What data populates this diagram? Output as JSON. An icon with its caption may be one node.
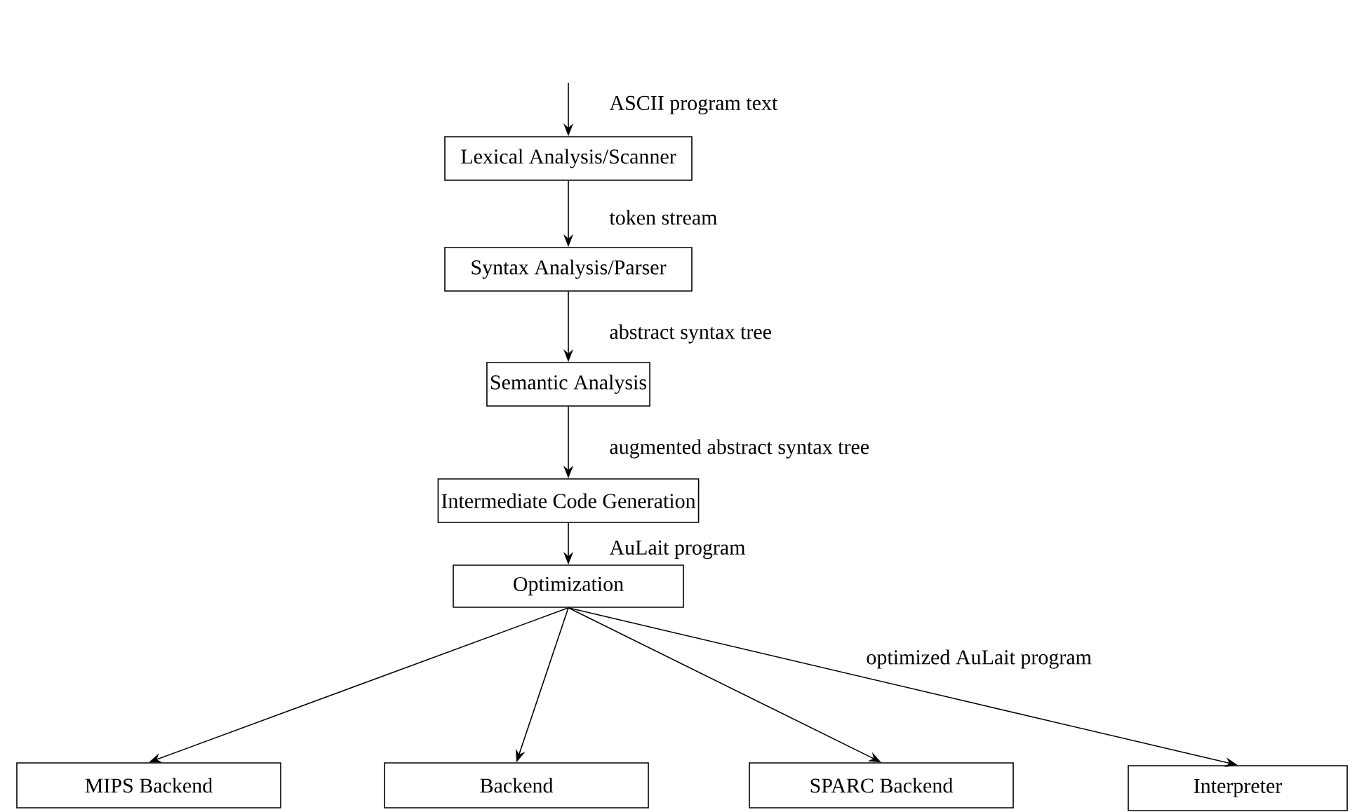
{
  "diagram": {
    "nodes": [
      {
        "text": [
          "Lexical Analysis/Scanner"
        ]
      },
      {
        "text": [
          "Syntax Analysis/Parser"
        ]
      },
      {
        "text": [
          "Semantic Analysis"
        ]
      },
      {
        "text": [
          "Intermediate Code Generation"
        ]
      },
      {
        "text": [
          "Optimization"
        ]
      },
      {
        "text": [
          "MIPS Backend"
        ]
      },
      {
        "text": [
          "Backend"
        ]
      },
      {
        "text": [
          "SPARC Backend"
        ]
      },
      {
        "text": [
          "Interpreter"
        ]
      }
    ],
    "edges": [
      {
        "from": null,
        "to": 0,
        "arrow": "to",
        "label": "ASCII program text"
      },
      {
        "from": 0,
        "to": 1,
        "arrow": "to",
        "label": "token stream"
      },
      {
        "from": 1,
        "to": 2,
        "arrow": "to",
        "label": "abstract syntax tree"
      },
      {
        "from": 2,
        "to": 3,
        "arrow": "to",
        "label": "augmented abstract syntax tree"
      },
      {
        "from": 3,
        "to": 4,
        "arrow": "to",
        "label": "AuLait program"
      },
      {
        "from": 4,
        "to": 5,
        "arrow": "to"
      },
      {
        "from": 4,
        "to": 6,
        "arrow": "to"
      },
      {
        "from": 4,
        "to": 7,
        "arrow": "to"
      },
      {
        "from": 4,
        "to": 8,
        "arrow": "to",
        "label": "optimized AuLait program"
      }
    ]
  }
}
